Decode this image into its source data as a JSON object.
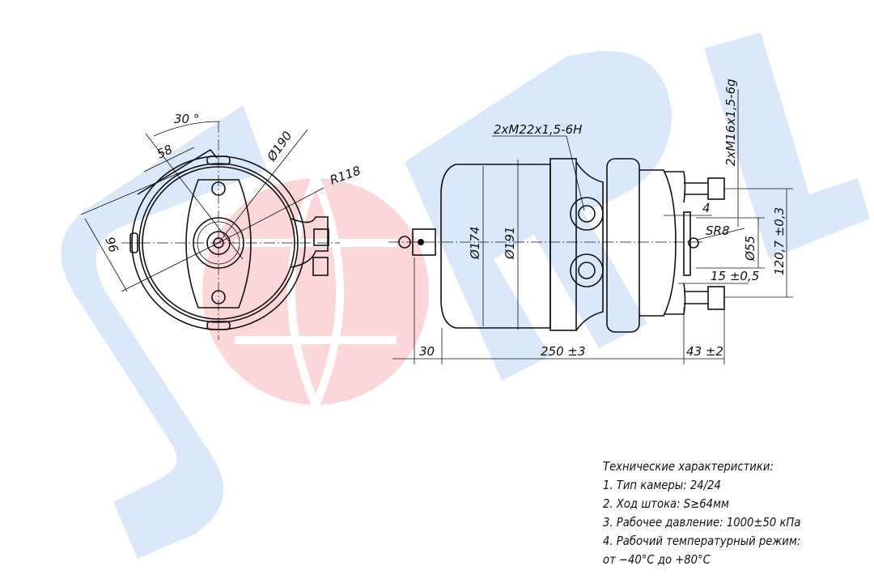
{
  "watermark": {
    "text": "SORL",
    "blue": "#d6e6fa",
    "red": "#fbd3d7"
  },
  "front_view": {
    "dims": {
      "angle": "30 °",
      "width": "58",
      "diameter": "Ø190",
      "radius": "R118",
      "offset": "96"
    }
  },
  "side_view": {
    "dims": {
      "port_thread": "2xM22x1,5-6H",
      "stud_thread": "2xM16x1,5-6g",
      "d174": "Ø174",
      "d191": "Ø191",
      "d55": "Ø55",
      "sr8": "SR8",
      "four": "4",
      "fifteen": "15 ±0,5",
      "stud_spacing": "120,7 ±0,3",
      "thirty": "30",
      "length": "250 ±3",
      "rod": "43 ±2"
    }
  },
  "specs": {
    "title": "Технические характеристики:",
    "items": [
      "1. Тип камеры: 24/24",
      "2. Ход штока: S≥64мм",
      "3. Рабочее давление: 1000±50 кПа",
      "4. Рабочий температурный режим:",
      "от −40°С до +80°С"
    ]
  }
}
